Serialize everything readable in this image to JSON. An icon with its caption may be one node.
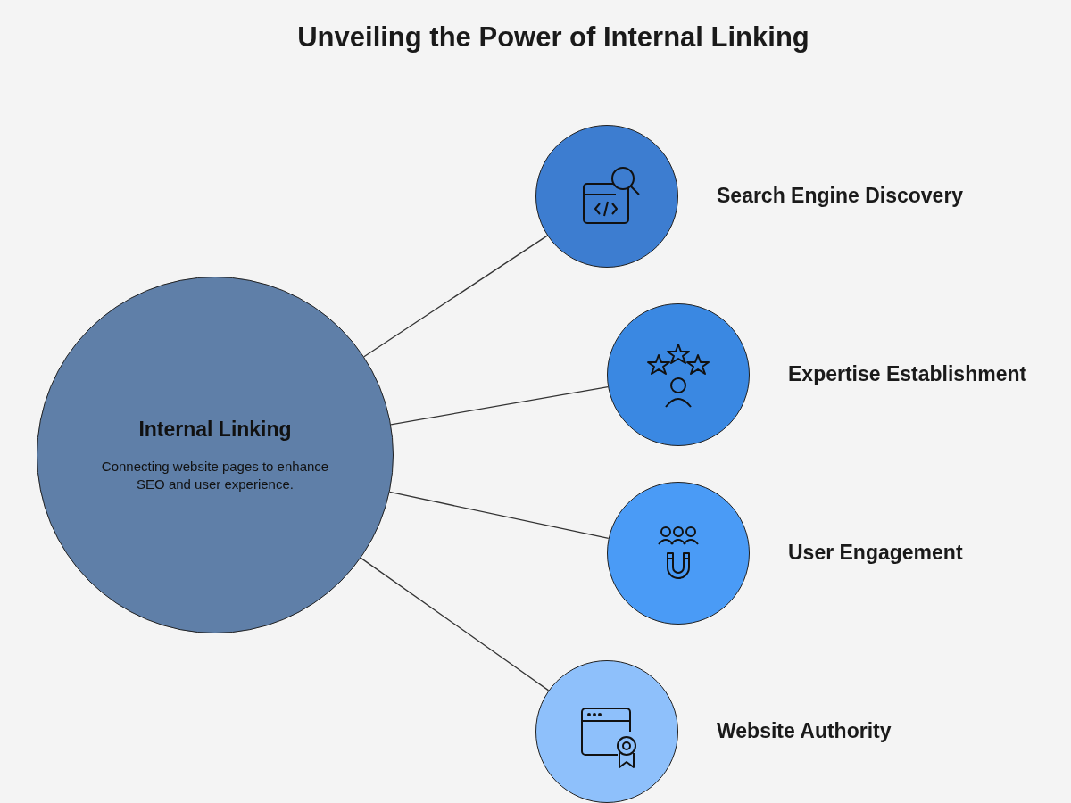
{
  "diagram": {
    "title": "Unveiling the Power of Internal Linking",
    "nodes": [
      {
        "text": [
          "Internal Linking",
          "Connecting website pages to enhance SEO and user experience."
        ]
      },
      {
        "text": [],
        "shape": "circle",
        "beside": [
          "Search Engine Discovery"
        ]
      },
      {
        "text": [],
        "shape": "circle",
        "beside": [
          "Expertise Establishment"
        ]
      },
      {
        "text": [],
        "shape": "circle",
        "beside": [
          "User Engagement"
        ]
      },
      {
        "text": [],
        "shape": "circle",
        "beside": [
          "Website Authority"
        ]
      }
    ],
    "edges": [
      {
        "from": 0,
        "to": 1,
        "arrow": "none"
      },
      {
        "from": 0,
        "to": 2,
        "arrow": "none"
      },
      {
        "from": 0,
        "to": 3,
        "arrow": "none"
      },
      {
        "from": 0,
        "to": 4,
        "arrow": "none"
      }
    ]
  }
}
